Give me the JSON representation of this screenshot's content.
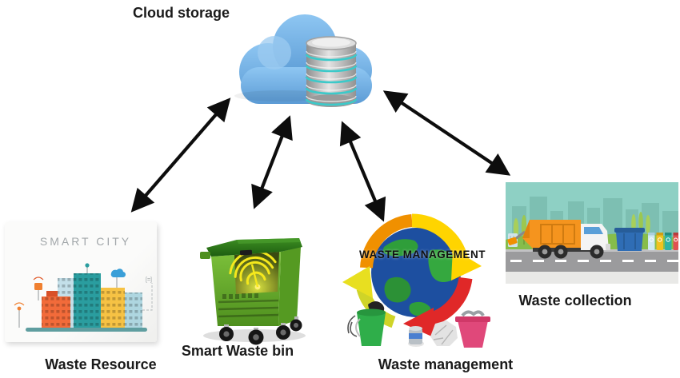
{
  "nodes": {
    "cloud_storage": {
      "label": "Cloud storage"
    },
    "waste_resource": {
      "label": "Waste Resource",
      "caption": "SMART CITY"
    },
    "smart_waste_bin": {
      "label": "Smart Waste bin"
    },
    "waste_management": {
      "label": "Waste management",
      "caption": "WASTE MANAGEMENT"
    },
    "waste_collection": {
      "label": "Waste collection"
    }
  },
  "connections": [
    {
      "from": "cloud_storage",
      "to": "waste_resource",
      "style": "double-headed-arrow"
    },
    {
      "from": "cloud_storage",
      "to": "smart_waste_bin",
      "style": "double-headed-arrow"
    },
    {
      "from": "cloud_storage",
      "to": "waste_management",
      "style": "double-headed-arrow"
    },
    {
      "from": "cloud_storage",
      "to": "waste_collection",
      "style": "double-headed-arrow"
    }
  ],
  "icons": [
    "cloud-database-icon",
    "smart-city-buildings-icon",
    "smart-bin-wifi-icon",
    "recycle-globe-icon",
    "garbage-truck-scene-icon"
  ],
  "colors": {
    "background": "#ffffff",
    "arrow": "#0d0d0d",
    "label_text": "#1a1a1a",
    "cloud_blue": "#7db6e8",
    "database_gray": "#b5b5b5",
    "database_ring_teal": "#3cc9c9",
    "bin_green": "#6fb52e",
    "bin_lid_green": "#2e7d1a",
    "wifi_yellow": "#f5e81c",
    "globe_blue": "#1d4fa0",
    "globe_green": "#2f9e3a",
    "recycle_yellow": "#ffd400",
    "recycle_orange": "#f09000",
    "recycle_red": "#e02828",
    "truck_orange": "#f5941e",
    "scene_sky_teal": "#8ed0c4",
    "scene_grass_green": "#86bd4b",
    "road_gray": "#9b9b9d",
    "smart_city_text_gray": "#a2a7aa",
    "pink_bin": "#e0487a",
    "bucket_green": "#2fae4a"
  }
}
